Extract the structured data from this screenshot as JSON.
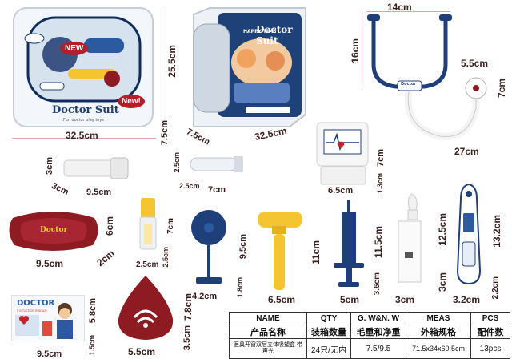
{
  "packages": {
    "left_box": {
      "logo_text": "Doctor Suit",
      "tagline": "Fun doctor play toys",
      "badge_new1": "NEW",
      "badge_new2": "New!"
    },
    "right_box": {
      "logo_text": "Doctor Suit",
      "badge": "HAPPY TIME"
    }
  },
  "dimensions": {
    "box1_width": "32.5cm",
    "box1_depth": "7.5cm",
    "box1_height": "25.5cm",
    "box2_depth": "7.5cm",
    "box2_width": "32.5cm",
    "steth_width": "14cm",
    "steth_height": "16cm",
    "steth_head_w": "5.5cm",
    "steth_head_h": "7cm",
    "steth_length": "27cm",
    "torch_len": "9.5cm",
    "torch_dia": "3cm",
    "torch_dia2": "3cm",
    "tube_len": "7cm",
    "tube_dia": "2.5cm",
    "tube_dia2": "2.5cm",
    "monitor_w": "6.5cm",
    "monitor_h": "7cm",
    "monitor_d": "1.3cm",
    "tray_w": "9.5cm",
    "tray_h": "6cm",
    "tray_d": "2cm",
    "vial_h": "7cm",
    "vial_w": "2.5cm",
    "vial_d": "2.5cm",
    "mirror_h": "9.5cm",
    "mirror_w": "4.2cm",
    "mirror_d": "1.8cm",
    "hammer_h": "11cm",
    "hammer_w": "6.5cm",
    "syringe_h": "11.5cm",
    "syringe_w": "5cm",
    "syringe_d": "3.6cm",
    "dropper_h": "12.5cm",
    "dropper_w": "3cm",
    "dropper_d": "3cm",
    "thermo_h": "13.2cm",
    "thermo_w": "3.2cm",
    "thermo_d": "2.2cm",
    "card_w": "9.5cm",
    "card_h": "5.8cm",
    "card_d": "1.5cm",
    "bp_h": "7.8cm",
    "bp_w": "5.5cm",
    "bp_d": "3.5cm"
  },
  "card": {
    "title": "DOCTOR",
    "subtitle": "Instruction manual"
  },
  "tray_label": "Doctor",
  "steth_label": "Doctor",
  "spec_table": {
    "headers_en": [
      "NAME",
      "QTY",
      "G. W&N. W",
      "MEAS",
      "PCS"
    ],
    "headers_cn": [
      "产品名称",
      "装箱数量",
      "毛重和净重",
      "外箱规格",
      "配件数"
    ],
    "values": [
      "医具开窗双层立体吸塑盒 带声光",
      "24只/无内",
      "7.5/9.5",
      "71.5x34x60.5cm",
      "13pcs"
    ]
  },
  "colors": {
    "accent_red": "#8e1b22",
    "navy": "#1f3f7a",
    "yellow": "#f4c531",
    "dim_text": "#3a1e1e"
  }
}
